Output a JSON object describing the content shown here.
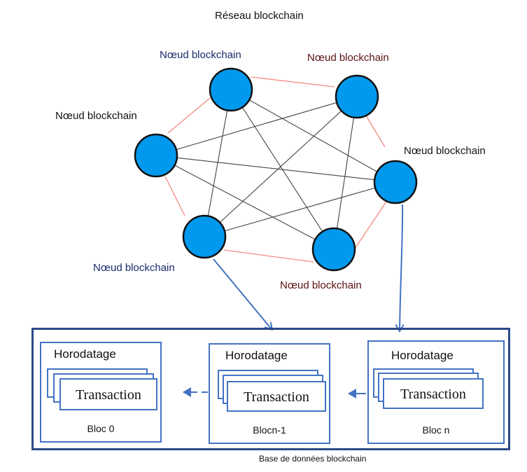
{
  "network": {
    "title": "Réseau blockchain",
    "node_label": "Nœud blockchain",
    "colors": {
      "node_fill": "#0099ee",
      "ring_edge": "#f28b82",
      "cross_edge": "#444444",
      "arrow": "#4472c4"
    }
  },
  "database": {
    "label": "Base de données blockchain",
    "blocks": [
      {
        "header": "Horodatage",
        "content": "Transaction",
        "footer": "Bloc 0"
      },
      {
        "header": "Horodatage",
        "content": "Transaction",
        "footer": "Blocn-1"
      },
      {
        "header": "Horodatage",
        "content": "Transaction",
        "footer": "Bloc n"
      }
    ]
  }
}
